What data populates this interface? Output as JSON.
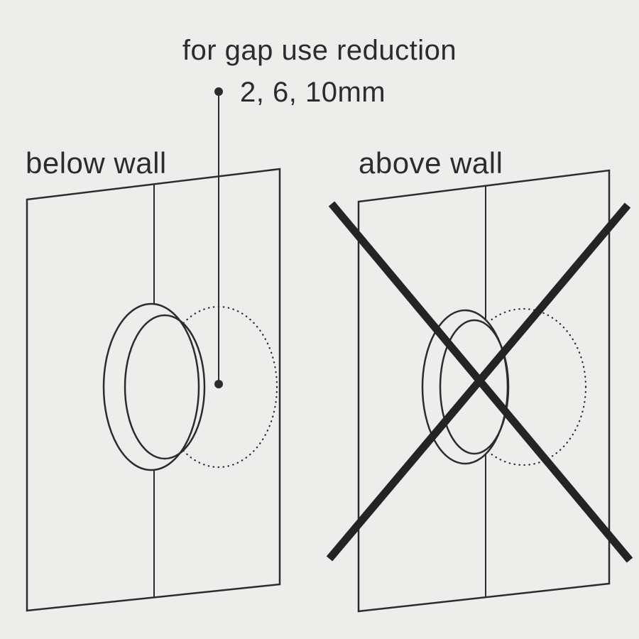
{
  "page": {
    "background_color": "#edeeec",
    "line_color": "#2c2c2c"
  },
  "annotation": {
    "title": "for gap use reduction",
    "values": "2, 6, 10mm"
  },
  "panels": {
    "left": {
      "label": "below wall",
      "status": "allowed"
    },
    "right": {
      "label": "above wall",
      "status": "crossed-out"
    }
  }
}
